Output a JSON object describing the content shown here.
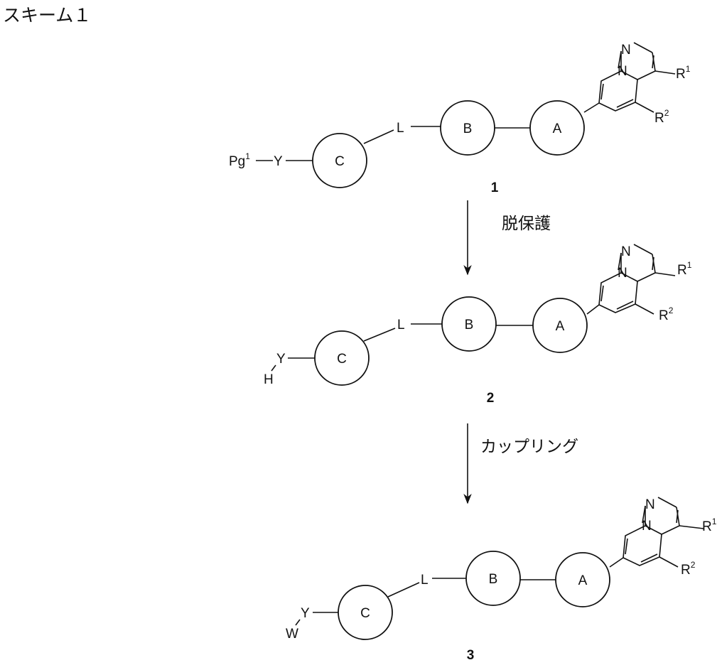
{
  "scheme_title": "スキーム１",
  "steps": [
    {
      "label": "脱保護"
    },
    {
      "label": "カップリング"
    }
  ],
  "compounds": [
    {
      "number": "1",
      "ring_labels": {
        "a": "A",
        "b": "B",
        "c": "C"
      },
      "linker": "L",
      "n1": "N",
      "n2": "N",
      "r1": "R",
      "r1_sup": "1",
      "r2": "R",
      "r2_sup": "2",
      "y": "Y",
      "pg": "Pg",
      "pg_sup": "1"
    },
    {
      "number": "2",
      "ring_labels": {
        "a": "A",
        "b": "B",
        "c": "C"
      },
      "linker": "L",
      "n1": "N",
      "n2": "N",
      "r1": "R",
      "r1_sup": "1",
      "r2": "R",
      "r2_sup": "2",
      "y": "Y",
      "h": "H"
    },
    {
      "number": "3",
      "ring_labels": {
        "a": "A",
        "b": "B",
        "c": "C"
      },
      "linker": "L",
      "n1": "N",
      "n2": "N",
      "r1": "R",
      "r1_sup": "1",
      "r2": "R",
      "r2_sup": "2",
      "y": "Y",
      "w": "W"
    }
  ]
}
